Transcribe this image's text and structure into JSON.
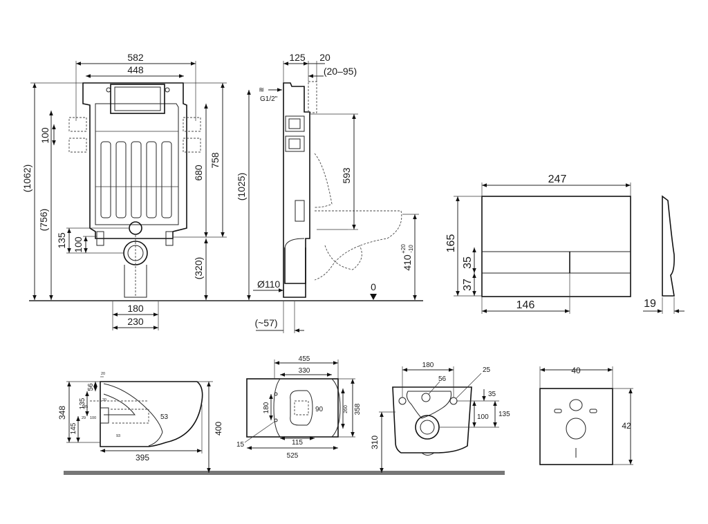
{
  "front_view": {
    "width_outer": "582",
    "width_inner": "448",
    "total_height": "(1062)",
    "frame_height": "(756)",
    "height_758": "758",
    "height_680": "680",
    "bolt_spacing": "100",
    "outlet_135": "135",
    "outlet_100": "100",
    "floor_320": "(320)",
    "width_180": "180",
    "width_230": "230"
  },
  "side_view": {
    "depth_125": "125",
    "depth_20": "20",
    "range_20_95": "(20–95)",
    "inlet_label": "G1/2\"",
    "height_1025": "(1025)",
    "height_593": "593",
    "pipe_diameter": "Ø110",
    "offset_57": "(~57)",
    "zero_level": "0",
    "bowl_height_value": "410",
    "bowl_height_tol_plus": "+20",
    "bowl_height_tol_minus": "-10"
  },
  "flush_plate": {
    "width": "247",
    "height": "165",
    "button_height": "35",
    "lower_margin": "37",
    "button_width": "146",
    "thickness": "19"
  },
  "bowl_side": {
    "height_348": "348",
    "h_145": "145",
    "h_135": "135",
    "h_56": "56",
    "h_20": "20",
    "h_53": "53",
    "h_100": "100",
    "length": "395",
    "height_400": "400",
    "tiny_labels": [
      "29",
      "20",
      "100",
      "93",
      "135"
    ]
  },
  "bowl_top": {
    "w_455": "455",
    "w_330": "330",
    "h_180": "180",
    "h_90": "90",
    "h_260": "260",
    "h_358": "358",
    "w_115": "115",
    "w_525": "525",
    "r_15": "15"
  },
  "bowl_back": {
    "w_180": "180",
    "d_56": "56",
    "r_25": "25",
    "h_35": "35",
    "h_100": "100",
    "h_135": "135",
    "h_310": "310"
  },
  "soundproof_pad": {
    "width": "40",
    "height": "42"
  }
}
